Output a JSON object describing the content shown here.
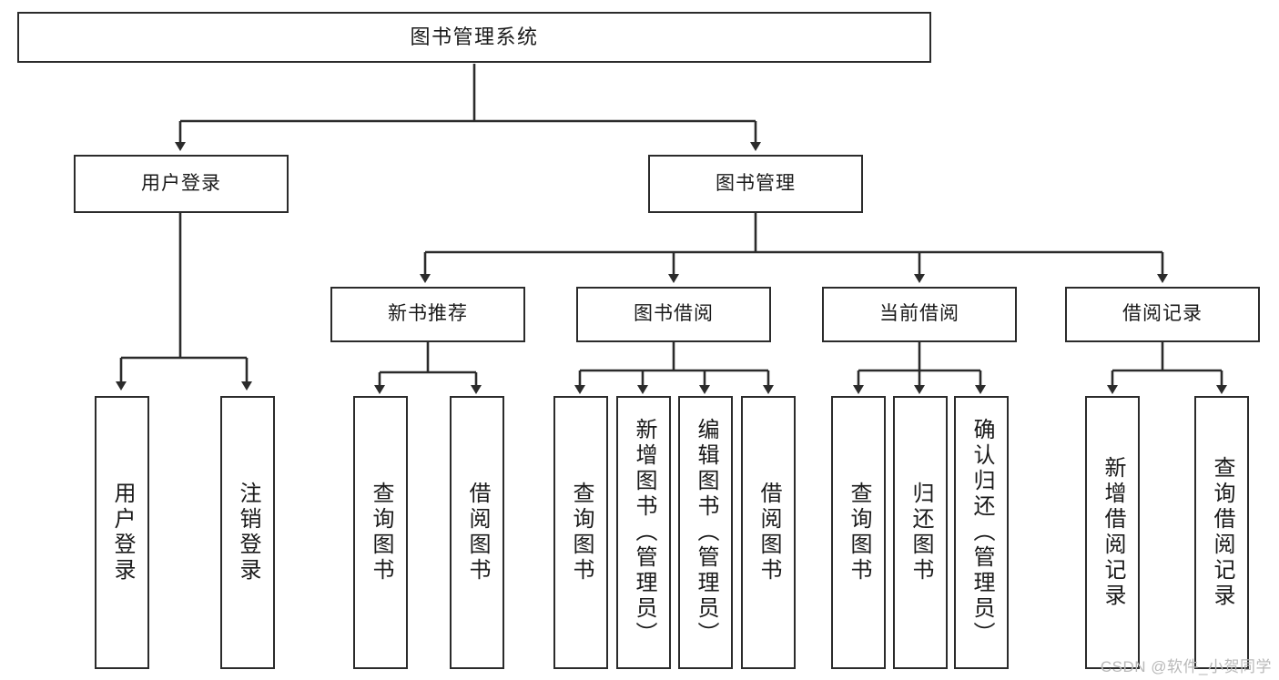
{
  "diagram": {
    "title": "图书管理系统",
    "type": "tree",
    "theme": {
      "background": "#ffffff",
      "box_border": "#2b2b2b",
      "box_fill": "#ffffff",
      "text": "#1a1a1a",
      "connector": "#2b2b2b",
      "watermark": "#b9b9b9"
    },
    "levels": {
      "root": {
        "label": "图书管理系统"
      },
      "level2": [
        {
          "label": "用户登录"
        },
        {
          "label": "图书管理"
        }
      ],
      "level3": [
        {
          "label": "新书推荐"
        },
        {
          "label": "图书借阅"
        },
        {
          "label": "当前借阅"
        },
        {
          "label": "借阅记录"
        }
      ],
      "leaves_user_login": [
        {
          "label": "用户登录"
        },
        {
          "label": "注销登录"
        }
      ],
      "leaves_new_book": [
        {
          "label": "查询图书"
        },
        {
          "label": "借阅图书"
        }
      ],
      "leaves_borrow": [
        {
          "label": "查询图书"
        },
        {
          "label": "新增图书（管理员）"
        },
        {
          "label": "编辑图书（管理员）"
        },
        {
          "label": "借阅图书"
        }
      ],
      "leaves_current": [
        {
          "label": "查询图书"
        },
        {
          "label": "归还图书"
        },
        {
          "label": "确认归还（管理员）"
        }
      ],
      "leaves_record": [
        {
          "label": "新增借阅记录"
        },
        {
          "label": "查询借阅记录"
        }
      ]
    }
  },
  "watermark": {
    "text": "CSDN @软件_小贺同学"
  }
}
